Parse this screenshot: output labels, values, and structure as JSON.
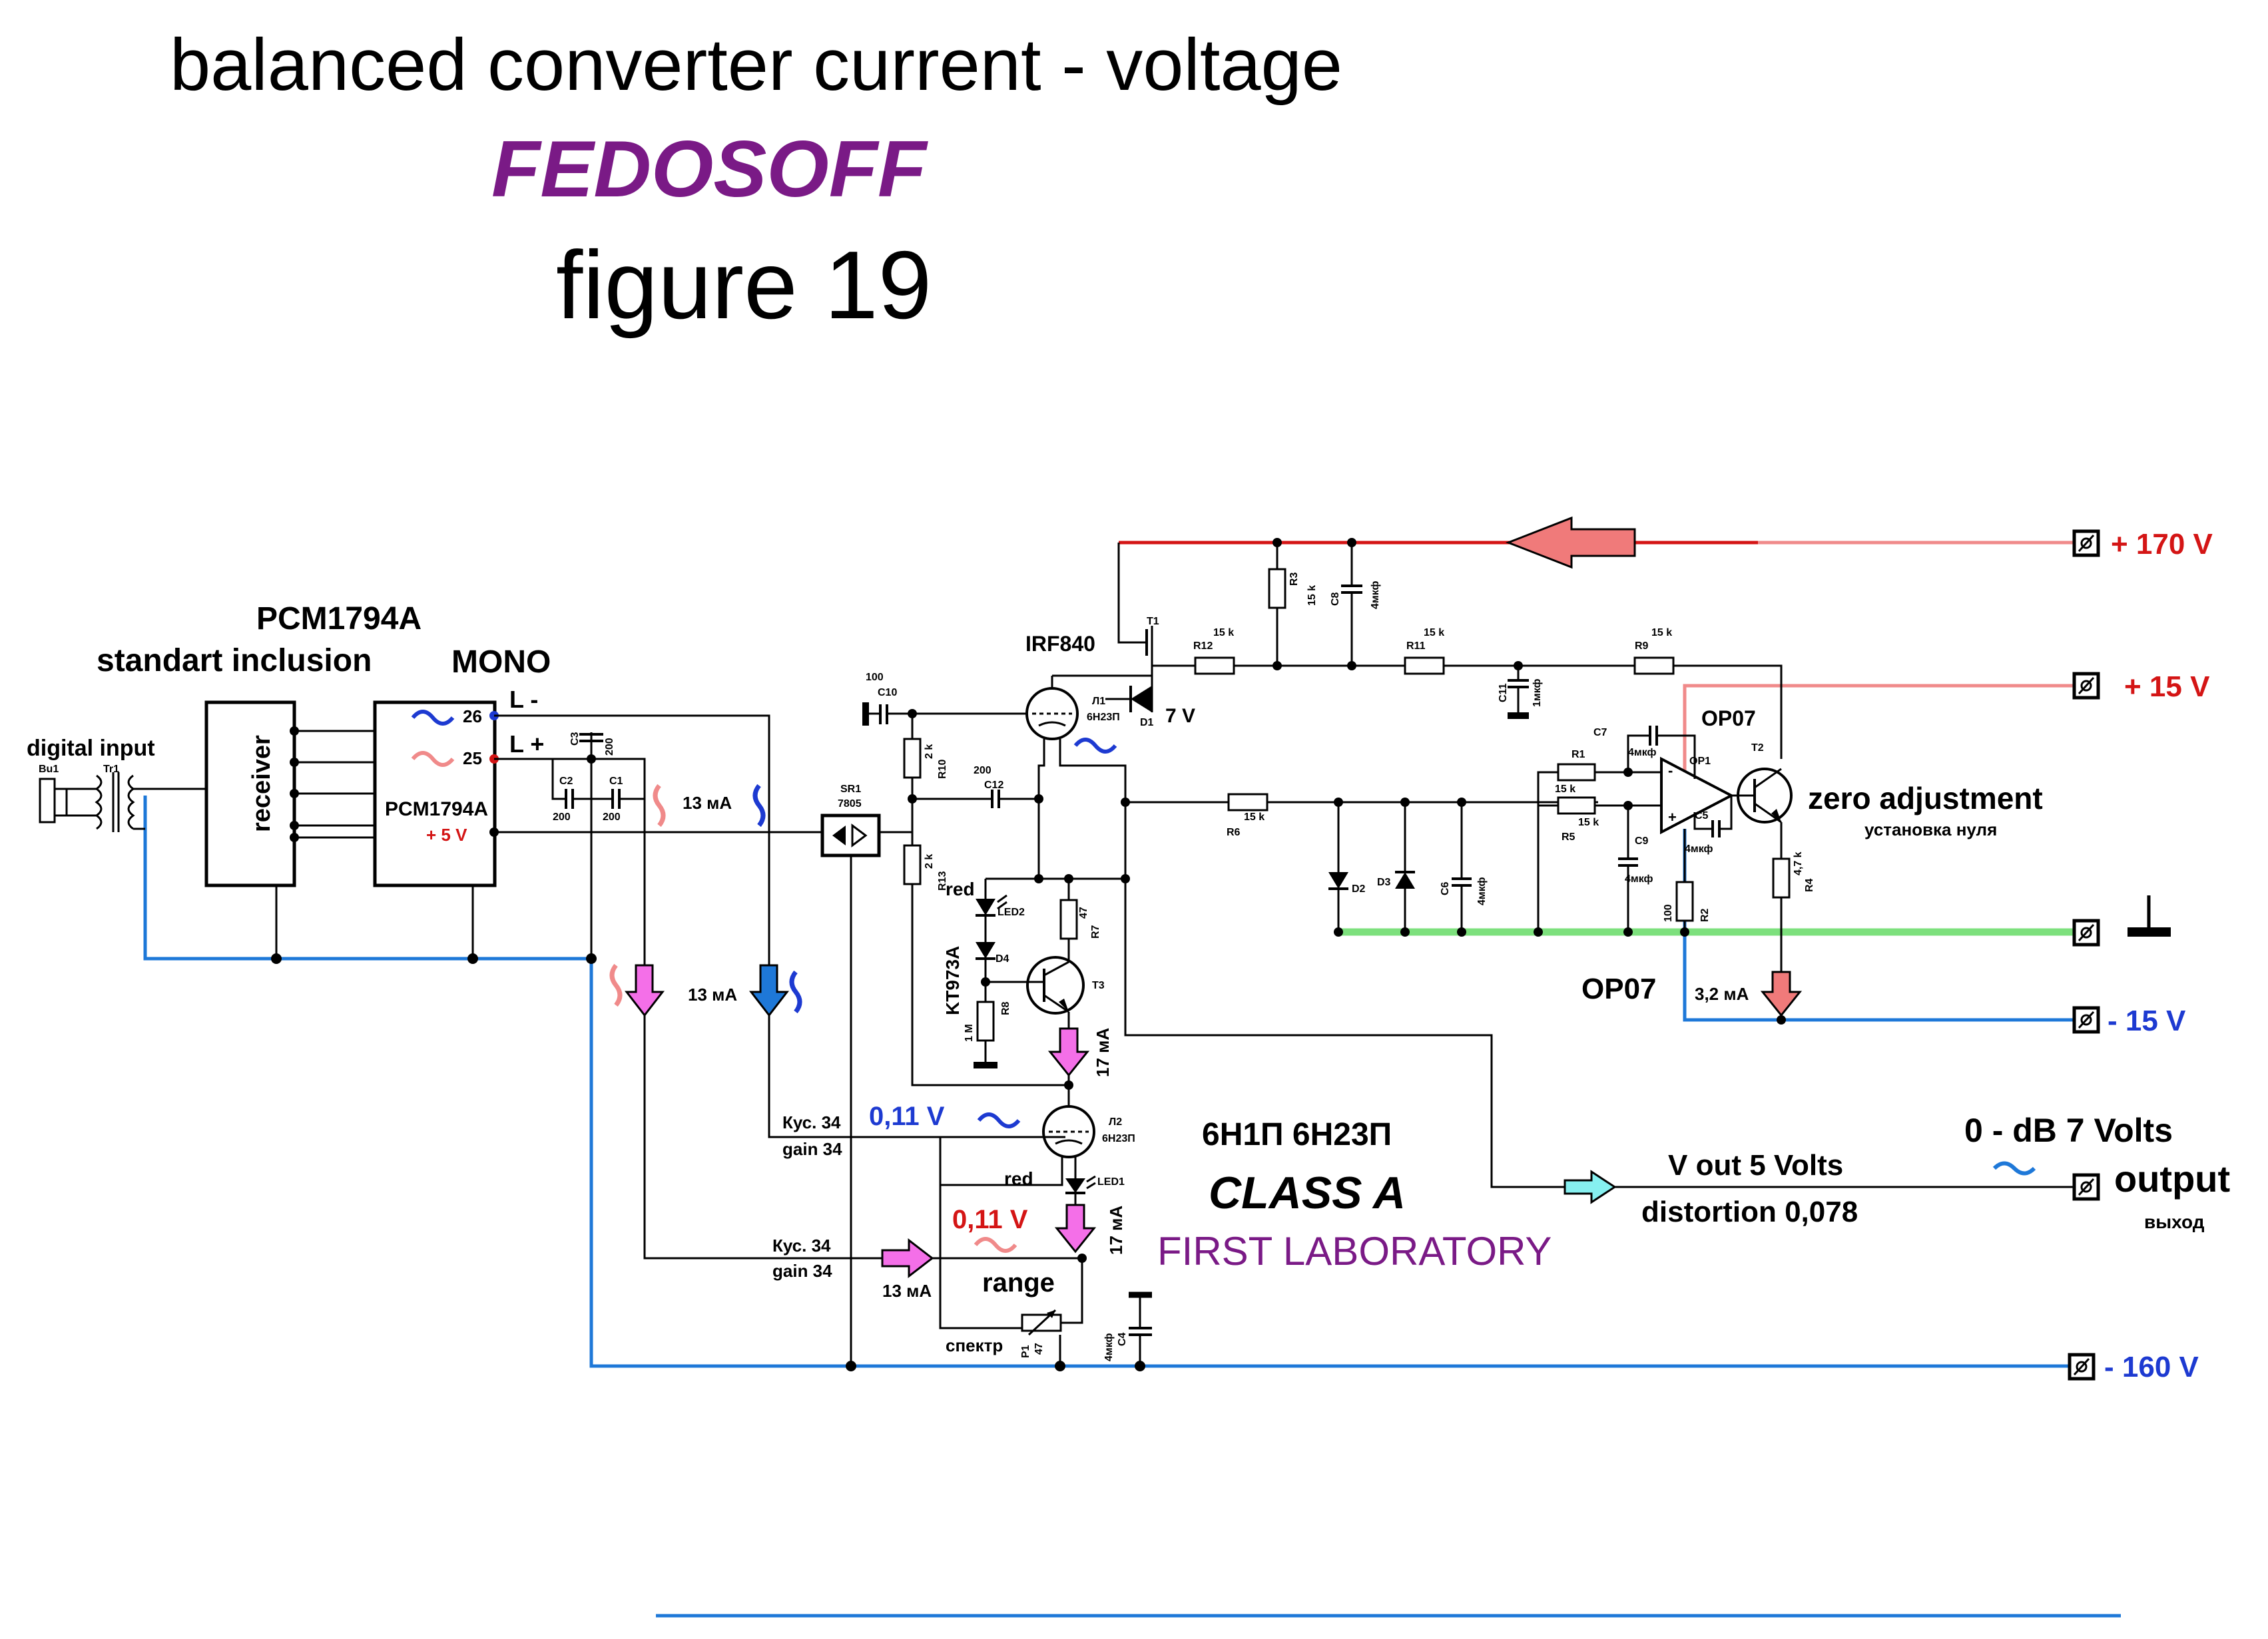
{
  "title": {
    "line1": "balanced converter current - voltage",
    "author": "FEDOSOFF",
    "figure": "figure 19"
  },
  "colors": {
    "author": "#7a1a86",
    "rail_high": "#d41515",
    "rail_neg": "#1e78d8",
    "ground": "#7de07d",
    "signal_arrow": "#f46fe8",
    "current_arrow": "#f07a7a",
    "out_arrow": "#86f0f0"
  },
  "blocks": {
    "pcm_title": "PCM1794A",
    "pcm_subtitle": "standart inclusion",
    "mono": "MONO",
    "digital_input": "digital input",
    "receiver": "receiver",
    "pcm_chip": "PCM1794A",
    "pcm_supply": "+ 5 V",
    "pin26": "26",
    "pin25": "25",
    "l_minus": "L -",
    "l_plus": "L +",
    "bu1": "Bu1",
    "tr1": "Tr1",
    "sr1": "SR1",
    "reg": "7805"
  },
  "rails": {
    "v170": "+ 170 V",
    "v15p": "+ 15 V",
    "v15n": "- 15 V",
    "v160": "- 160 V",
    "output": "output",
    "output_ru": "выход"
  },
  "components": {
    "irf840": "IRF840",
    "t1": "T1",
    "l1": "Л1",
    "l1_type": "6Н23П",
    "d1": "D1",
    "d1_v": "7 V",
    "c10": "C10",
    "c10_v": "100",
    "r10": "R10",
    "r10_v": "2 k",
    "c12": "C12",
    "c12_v": "200",
    "r13": "R13",
    "r13_v": "2 k",
    "r12": "R12",
    "r12_v": "15 k",
    "r3": "R3",
    "r3_v": "15 k",
    "c8": "C8",
    "c8_v": "4мкф",
    "r11": "R11",
    "r11_v": "15 k",
    "c11": "C11",
    "c11_v": "1мкф",
    "r9": "R9",
    "r9_v": "15 k",
    "r6": "R6",
    "r6_v": "15 k",
    "d2": "D2",
    "d3": "D3",
    "c6": "C6",
    "c6_v": "4мкф",
    "c7": "C7",
    "c7_v": "4мкф",
    "r1": "R1",
    "r1_v": "15 k",
    "r5": "R5",
    "r5_v": "15 k",
    "op1": "OP1",
    "op07": "OP07",
    "op07b": "OP07",
    "c9": "C9",
    "c9_v": "4мкф",
    "c5": "C5",
    "c5_v": "4мкф",
    "r2": "R2",
    "r2_v": "100",
    "t2": "T2",
    "r4": "R4",
    "r4_v": "4,7 k",
    "zero": "zero adjustment",
    "zero_ru": "установка нуля",
    "i32": "3,2 мА",
    "led2": "LED2",
    "led_red1": "red",
    "d4": "D4",
    "kt973": "KT973A",
    "r7": "R7",
    "r7_v": "47",
    "t3": "T3",
    "r8": "R8",
    "r8_v": "1 M",
    "i17a": "17 мА",
    "l2": "Л2",
    "l2_type": "6Н23П",
    "led1": "LED1",
    "led_red2": "red",
    "i17b": "17 мА",
    "kus1": "Кус. 34",
    "gain1": "gain 34",
    "kus2": "Кус. 34",
    "gain2": "gain 34",
    "v011_blue": "0,11 V",
    "v011_red": "0,11 V",
    "range": "range",
    "spectr": "спектр",
    "p1": "P1",
    "p1_v": "47",
    "c4": "C4",
    "c4_v": "4мкф",
    "i13a": "13 мА",
    "i13b": "13 мА",
    "i13c": "13 мА",
    "c1": "C1",
    "c1_v": "200",
    "c2": "C2",
    "c2_v": "200",
    "c3": "C3",
    "c3_v": "200"
  },
  "notes": {
    "tubes": "6Н1П 6Н23П",
    "class": "CLASS A",
    "lab": "FIRST LABORATORY",
    "vout": "V out 5 Volts",
    "distortion": "distortion 0,078",
    "db": "0 - dB 7 Volts"
  }
}
